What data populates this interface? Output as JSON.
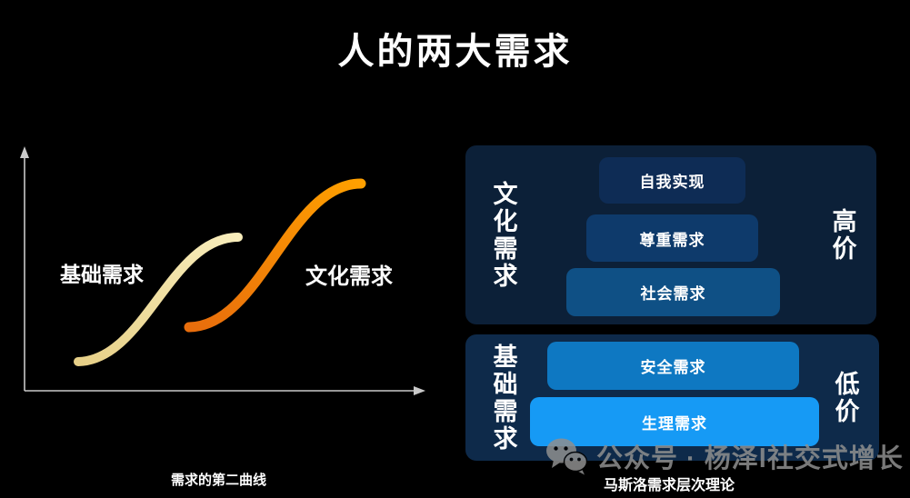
{
  "title": "人的两大需求",
  "curve_chart": {
    "caption": "需求的第二曲线",
    "axis_color": "#c9c9c9",
    "curves": [
      {
        "label": "基础需求",
        "color_start": "#e7d088",
        "color_end": "#f8edbb"
      },
      {
        "label": "文化需求",
        "color_start": "#e86d0c",
        "color_end": "#ffa000"
      }
    ]
  },
  "hierarchy": {
    "caption": "马斯洛需求层次理论",
    "groups": [
      {
        "side_label_left": "文化需求",
        "side_label_right": "高价",
        "panel_color": "#0c2038",
        "levels": [
          {
            "label": "自我实现",
            "color": "#0e2c55"
          },
          {
            "label": "尊重需求",
            "color": "#0e3a6b"
          },
          {
            "label": "社会需求",
            "color": "#0f5085"
          }
        ]
      },
      {
        "side_label_left": "基础需求",
        "side_label_right": "低价",
        "panel_color": "#0e2a4a",
        "levels": [
          {
            "label": "安全需求",
            "color": "#0e78c2"
          },
          {
            "label": "生理需求",
            "color": "#169af5"
          }
        ]
      }
    ]
  },
  "watermark": {
    "icon": "wechat-icon",
    "text": "公众号 · 杨泽l社交式增长",
    "color": "#8f8f8f"
  }
}
